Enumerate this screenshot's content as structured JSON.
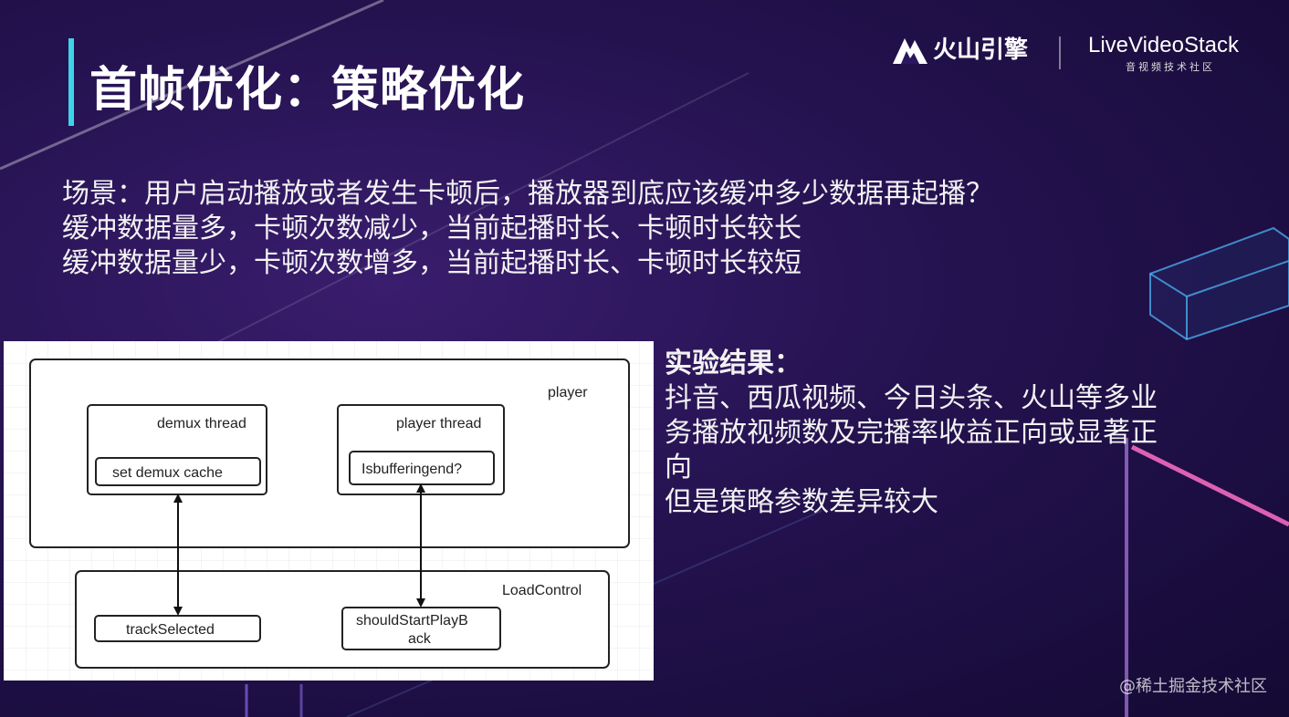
{
  "slide": {
    "title": "首帧优化：策略优化",
    "scenario_lines": [
      "场景：用户启动播放或者发生卡顿后，播放器到底应该缓冲多少数据再起播？",
      "缓冲数据量多，卡顿次数减少，当前起播时长、卡顿时长较长",
      "缓冲数据量少，卡顿次数增多，当前起播时长、卡顿时长较短"
    ],
    "results_heading": "实验结果：",
    "results_lines": [
      "抖音、西瓜视频、今日头条、火山等多业",
      "务播放视频数及完播率收益正向或显著正",
      "向",
      "但是策略参数差异较大"
    ]
  },
  "logos": {
    "volc_text": "火山引擎",
    "livevideostack_text": "LiveVideoStack",
    "livevideostack_sub": "音视频技术社区"
  },
  "diagram": {
    "player_label": "player",
    "demux_thread_label": "demux thread",
    "demux_cache_label": "set demux cache",
    "player_thread_label": "player thread",
    "isbufferingend_label": "Isbufferingend?",
    "loadcontrol_label": "LoadControl",
    "track_selected_label": "trackSelected",
    "should_start_line1": "shouldStartPlayB",
    "should_start_line2": "ack"
  },
  "watermark": "@稀土掘金技术社区",
  "colors": {
    "accent": "#3fd3e8",
    "background": "#24124f"
  }
}
